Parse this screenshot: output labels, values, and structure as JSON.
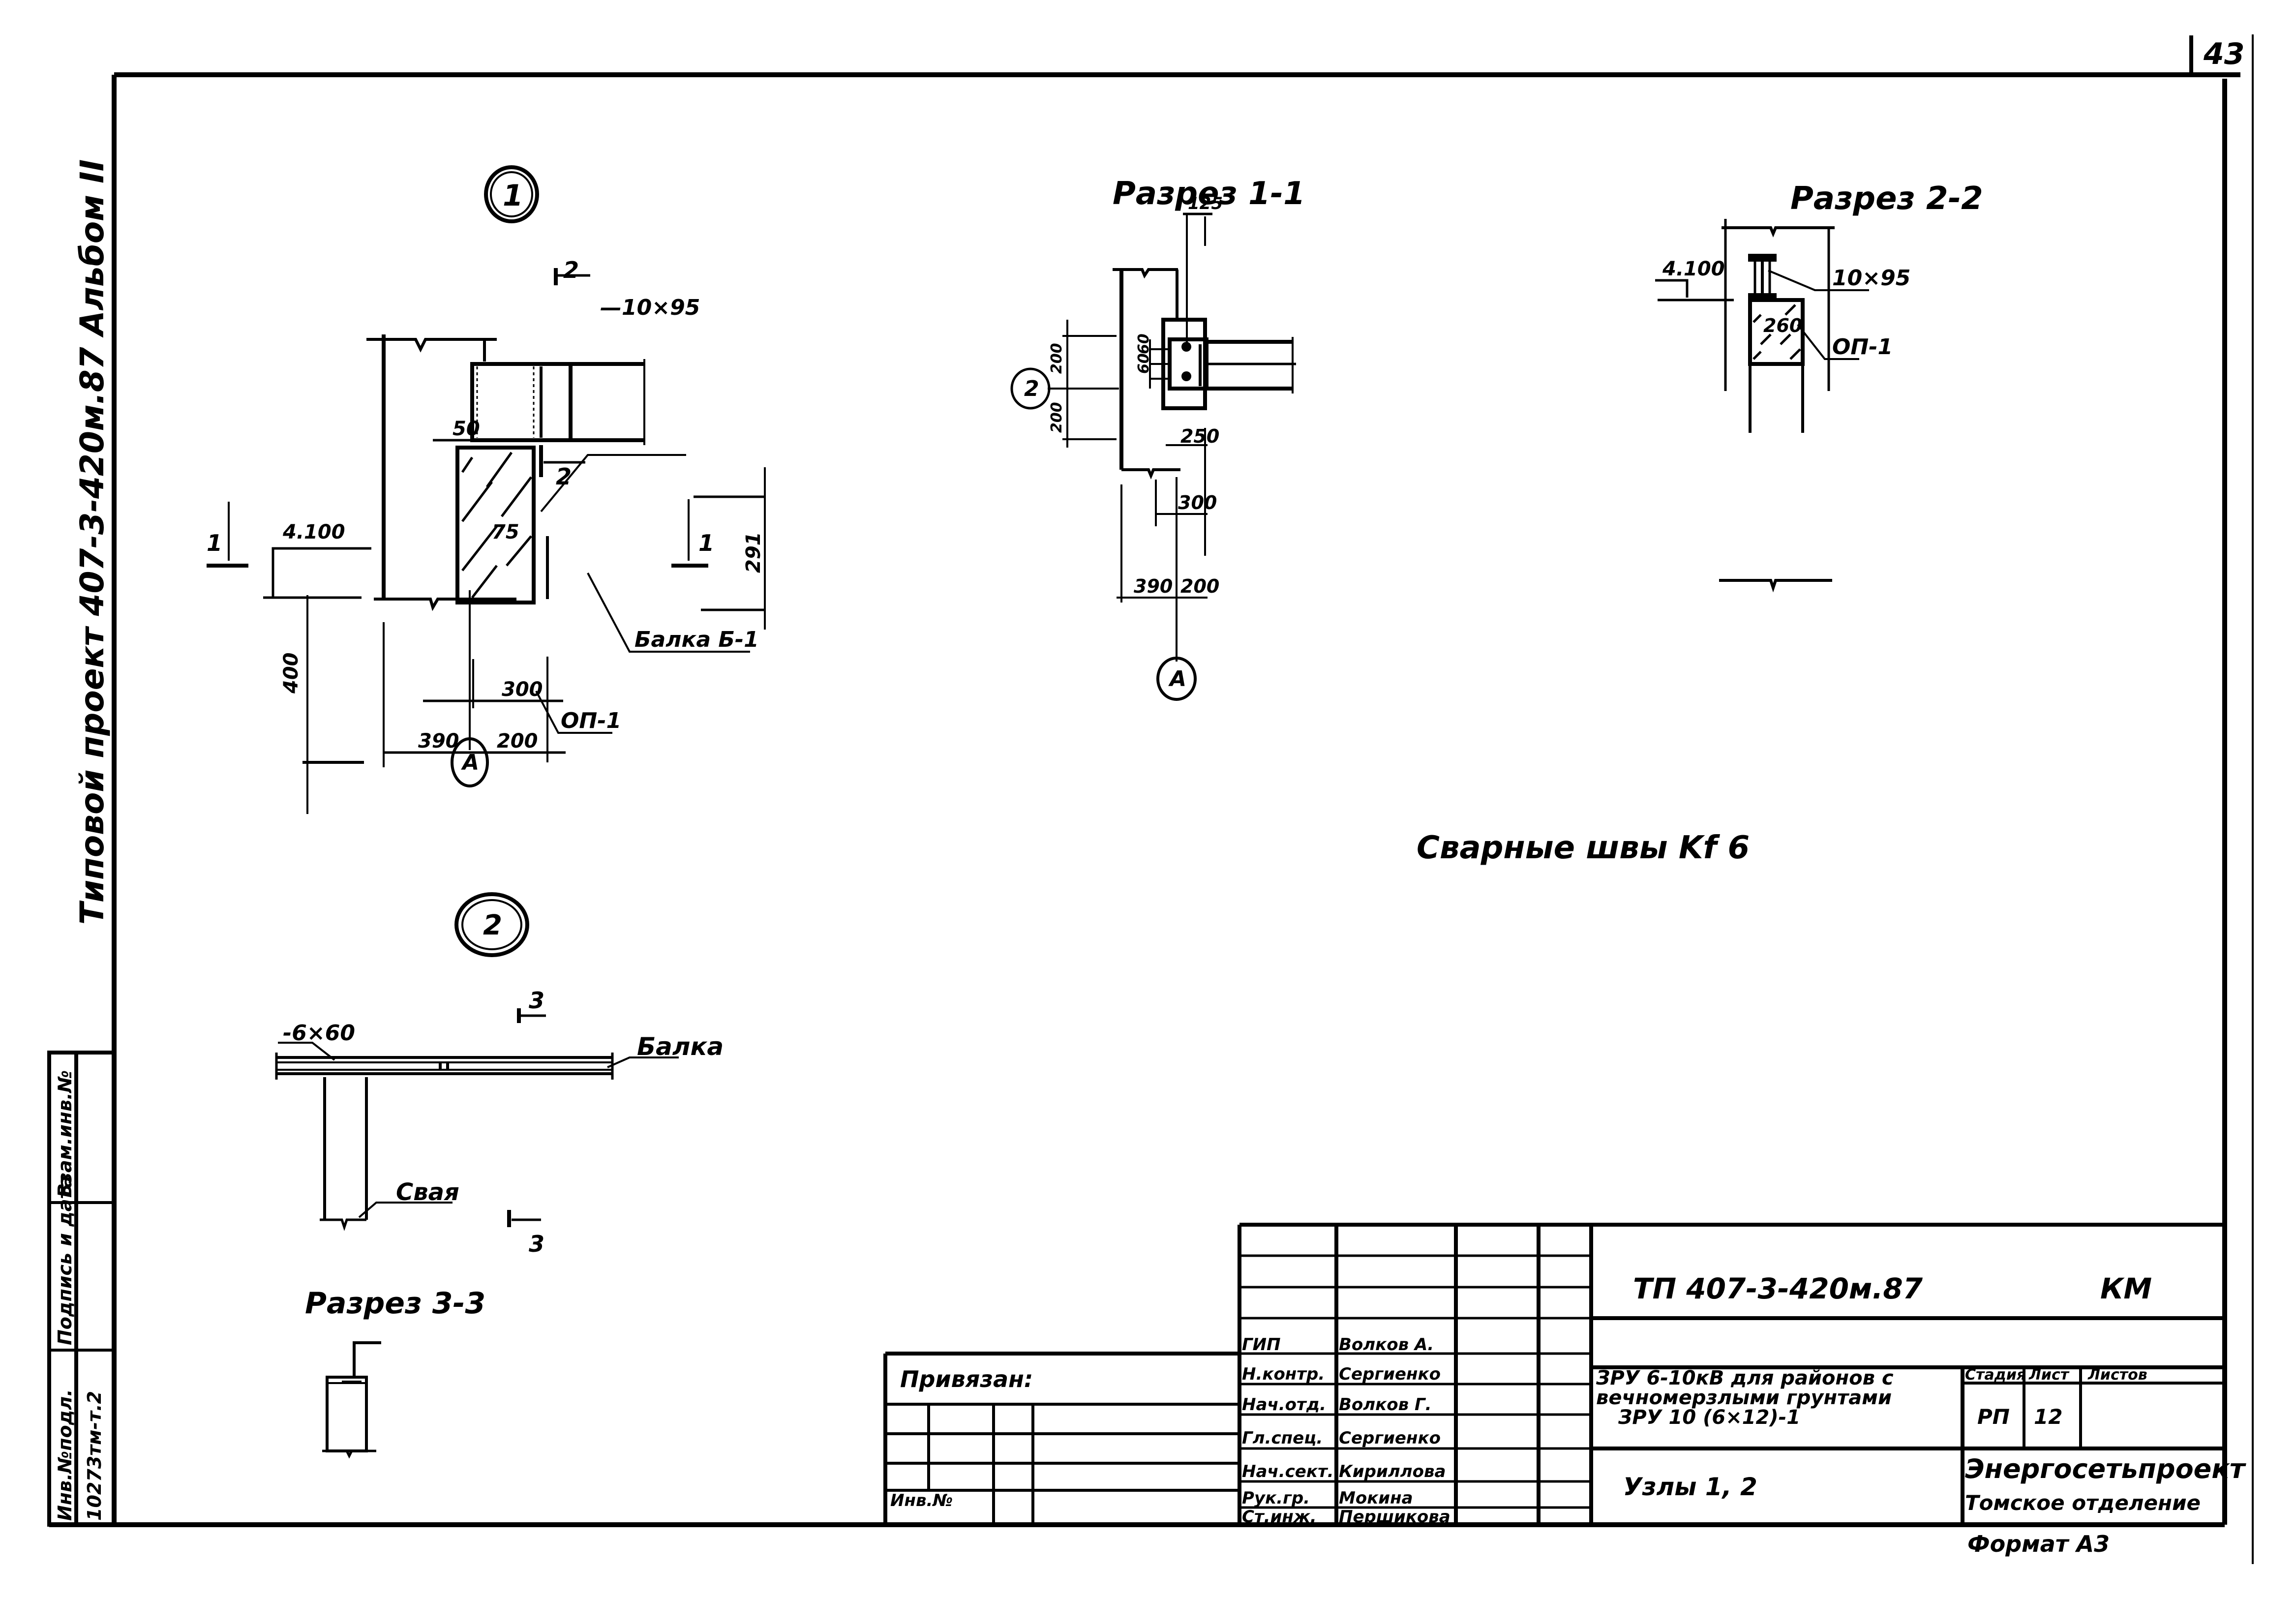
{
  "sheet": {
    "page_number": "43",
    "side_title": "Типовой проект 407-3-420м.87 Альбом II",
    "format": "Формат А3"
  },
  "node1": {
    "callout": "1",
    "section_mark_top": "2",
    "section_mark_bottom": "2",
    "section_cut_left": "1",
    "section_cut_right": "1",
    "elevation": "4.100",
    "dims": {
      "d50": "50",
      "d75": "75",
      "d291": "291",
      "d400": "400",
      "d300": "300",
      "d390": "390",
      "d200": "200"
    },
    "labels": {
      "plate": "—10×95",
      "beam": "Балка Б-1",
      "support": "ОП-1"
    },
    "axis": "А"
  },
  "section11": {
    "title": "Разрез 1-1",
    "dims": {
      "d125": "125",
      "d60a": "60",
      "d60b": "60",
      "d200a": "200",
      "d200b": "200",
      "d250": "250",
      "d300": "300",
      "d390": "390",
      "d200": "200"
    },
    "node_ref": "2",
    "axis": "А"
  },
  "section22": {
    "title": "Разрез 2-2",
    "elevation": "4.100",
    "dims": {
      "d260": "260"
    },
    "labels": {
      "plate": "10×95",
      "support": "ОП-1"
    }
  },
  "note": "Сварные швы  Kf 6",
  "node2": {
    "callout": "2",
    "section_mark": "3",
    "labels": {
      "plate": "-6×60",
      "beam": "Балка",
      "pile": "Свая"
    }
  },
  "section33": {
    "title": "Разрез 3-3"
  },
  "side_stamp": {
    "cells": [
      "Взам.инв.№",
      "Подпись и дата",
      "Инв.№подл."
    ],
    "inv_value": "10273тм-т.2"
  },
  "title_block": {
    "doc_code": "ТП 407-3-420м.87",
    "mark": "КМ",
    "bound_label": "Привязан:",
    "inv_label": "Инв.№",
    "staff": [
      {
        "role": "ГИП",
        "name": "Волков А."
      },
      {
        "role": "Н.контр.",
        "name": "Сергиенко"
      },
      {
        "role": "Нач.отд.",
        "name": "Волков Г."
      },
      {
        "role": "Гл.спец.",
        "name": "Сергиенко"
      },
      {
        "role": "Нач.сект.",
        "name": "Кириллова"
      },
      {
        "role": "Рук.гр.",
        "name": "Мокина"
      },
      {
        "role": "Ст.инж.",
        "name": "Першикова"
      }
    ],
    "project_name": [
      "ЗРУ 6-10кВ для районов с",
      "вечномерзлыми грунтами",
      "ЗРУ 10 (6×12)-1"
    ],
    "stage_header": "Стадия",
    "sheet_header": "Лист",
    "sheets_header": "Листов",
    "stage": "РП",
    "sheet": "12",
    "sheets": "",
    "drawing_name": "Узлы 1, 2",
    "org": "Энергосетьпроект",
    "org_branch": "Томское отделение"
  }
}
